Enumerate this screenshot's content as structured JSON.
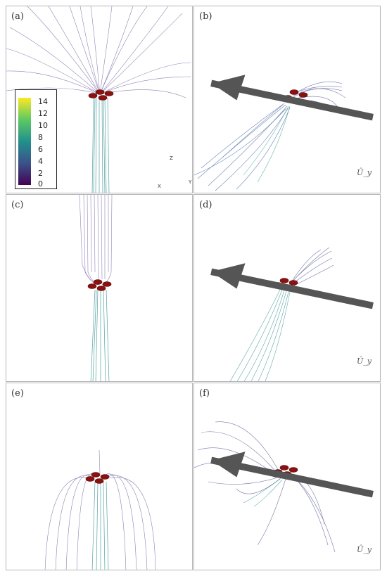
{
  "panels": [
    {
      "id": "a",
      "label": "(a)"
    },
    {
      "id": "b",
      "label": "(b)"
    },
    {
      "id": "c",
      "label": "(c)"
    },
    {
      "id": "d",
      "label": "(d)"
    },
    {
      "id": "e",
      "label": "(e)"
    },
    {
      "id": "f",
      "label": "(f)"
    }
  ],
  "colorbar": {
    "ticks": [
      "14",
      "12",
      "10",
      "8",
      "6",
      "4",
      "2",
      "0"
    ],
    "colormap": [
      "#440154",
      "#3b528b",
      "#21918c",
      "#5ec962",
      "#fde725"
    ]
  },
  "axes_triad": {
    "z": "Z",
    "x": "X",
    "y": "Y"
  },
  "flow_label": "Û_y",
  "colors": {
    "rotor": "#8b1010",
    "streamline_low": "#5a4a8a",
    "streamline_mid": "#2a8a8a",
    "streamline_high": "#b5d23a"
  }
}
